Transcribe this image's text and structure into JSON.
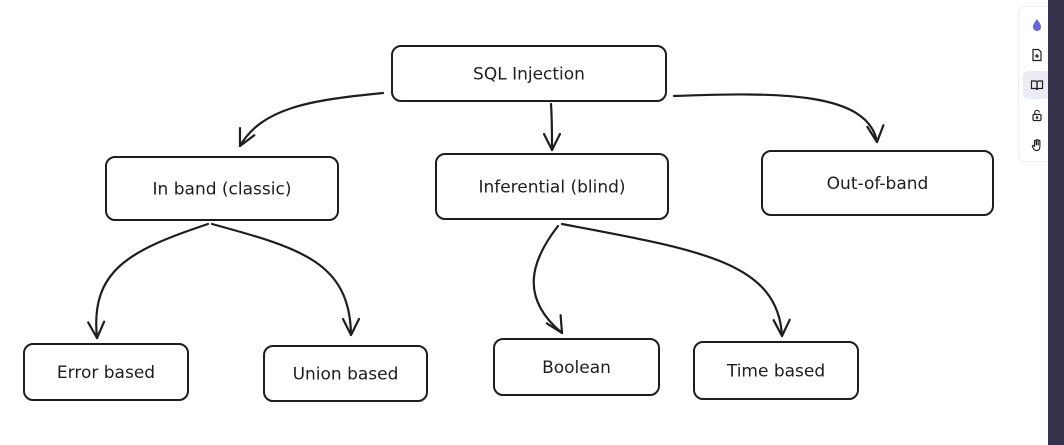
{
  "nodes": [
    {
      "id": "sql-injection",
      "label": "SQL Injection"
    },
    {
      "id": "in-band",
      "label": "In band (classic)"
    },
    {
      "id": "inferential",
      "label": "Inferential (blind)"
    },
    {
      "id": "out-of-band",
      "label": "Out-of-band"
    },
    {
      "id": "error-based",
      "label": "Error based"
    },
    {
      "id": "union-based",
      "label": "Union based"
    },
    {
      "id": "boolean",
      "label": "Boolean"
    },
    {
      "id": "time-based",
      "label": "Time based"
    }
  ],
  "edges": [
    {
      "from": "sql-injection",
      "to": "in-band"
    },
    {
      "from": "sql-injection",
      "to": "inferential"
    },
    {
      "from": "sql-injection",
      "to": "out-of-band"
    },
    {
      "from": "in-band",
      "to": "error-based"
    },
    {
      "from": "in-band",
      "to": "union-based"
    },
    {
      "from": "inferential",
      "to": "boolean"
    },
    {
      "from": "inferential",
      "to": "time-based"
    }
  ],
  "toolbar": {
    "tools": [
      {
        "id": "brand",
        "icon": "brand-drop-icon",
        "color": "#6965db"
      },
      {
        "id": "new",
        "icon": "file-plus-icon"
      },
      {
        "id": "library",
        "icon": "book-open-icon"
      },
      {
        "id": "lock",
        "icon": "unlock-icon"
      },
      {
        "id": "hand",
        "icon": "hand-icon"
      }
    ]
  }
}
